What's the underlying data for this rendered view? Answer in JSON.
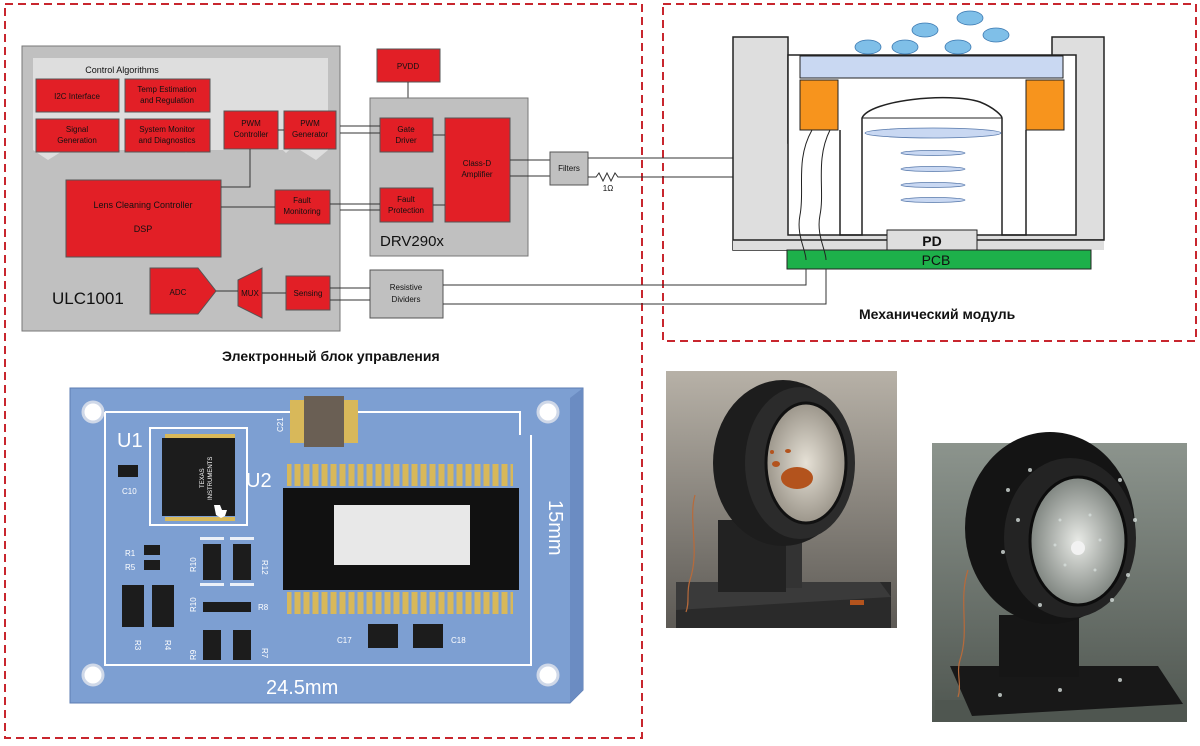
{
  "left_section": {
    "caption": "Электронный блок управления",
    "ulc": {
      "chip_label": "ULC1001",
      "control_algorithms_title": "Control Algorithms",
      "blocks": {
        "i2c_interface": "I2C Interface",
        "temp_estimation": [
          "Temp Estimation",
          "and Regulation"
        ],
        "signal_generation": [
          "Signal",
          "Generation"
        ],
        "system_monitor": [
          "System Monitor",
          "and Diagnostics"
        ],
        "pwm_controller": [
          "PWM",
          "Controller"
        ],
        "pwm_generator": [
          "PWM",
          "Generator"
        ],
        "lens_cleaning_controller": "Lens Cleaning Controller",
        "dsp": "DSP",
        "fault_monitoring": [
          "Fault",
          "Monitoring"
        ],
        "adc": "ADC",
        "mux": "MUX",
        "sensing": "Sensing"
      }
    },
    "drv": {
      "chip_label": "DRV290x",
      "vboost": "PVDD",
      "gate_driver": [
        "Gate",
        "Driver"
      ],
      "fault_protection": [
        "Fault",
        "Protection"
      ],
      "class_d": [
        "Class-D",
        "Amplifier"
      ]
    },
    "filters": "Filters",
    "resistor_label": "1Ω",
    "resistive_dividers": [
      "Resistive",
      "Dividers"
    ],
    "pcb_render": {
      "u1": "U1",
      "u2": "U2",
      "c21": "C21",
      "c10": "C10",
      "r1": "R1",
      "r5": "R5",
      "r10a": "R10",
      "r12": "R12",
      "r10b": "R10",
      "r8a": "R8",
      "r3": "R3",
      "r4": "R4",
      "r9": "R9",
      "r7": "R7",
      "c17": "C17",
      "c18": "C18",
      "width_dim": "24.5mm",
      "height_dim": "15mm",
      "logo_text": [
        "TEXAS",
        "INSTRUMENTS"
      ]
    }
  },
  "right_section": {
    "caption": "Механический модуль",
    "pd_label": "PD",
    "pcb_label": "PCB"
  },
  "colors": {
    "frame_dash": "#c8262e",
    "red_block": "#e21f26",
    "gray_block": "#c0c0c0",
    "pcb_green": "#1db04a",
    "piezo_orange": "#f7941d",
    "lens_blue": "#c9d8f2",
    "droplet": "#7fbfe8",
    "board_blue": "#7d9fd2"
  }
}
